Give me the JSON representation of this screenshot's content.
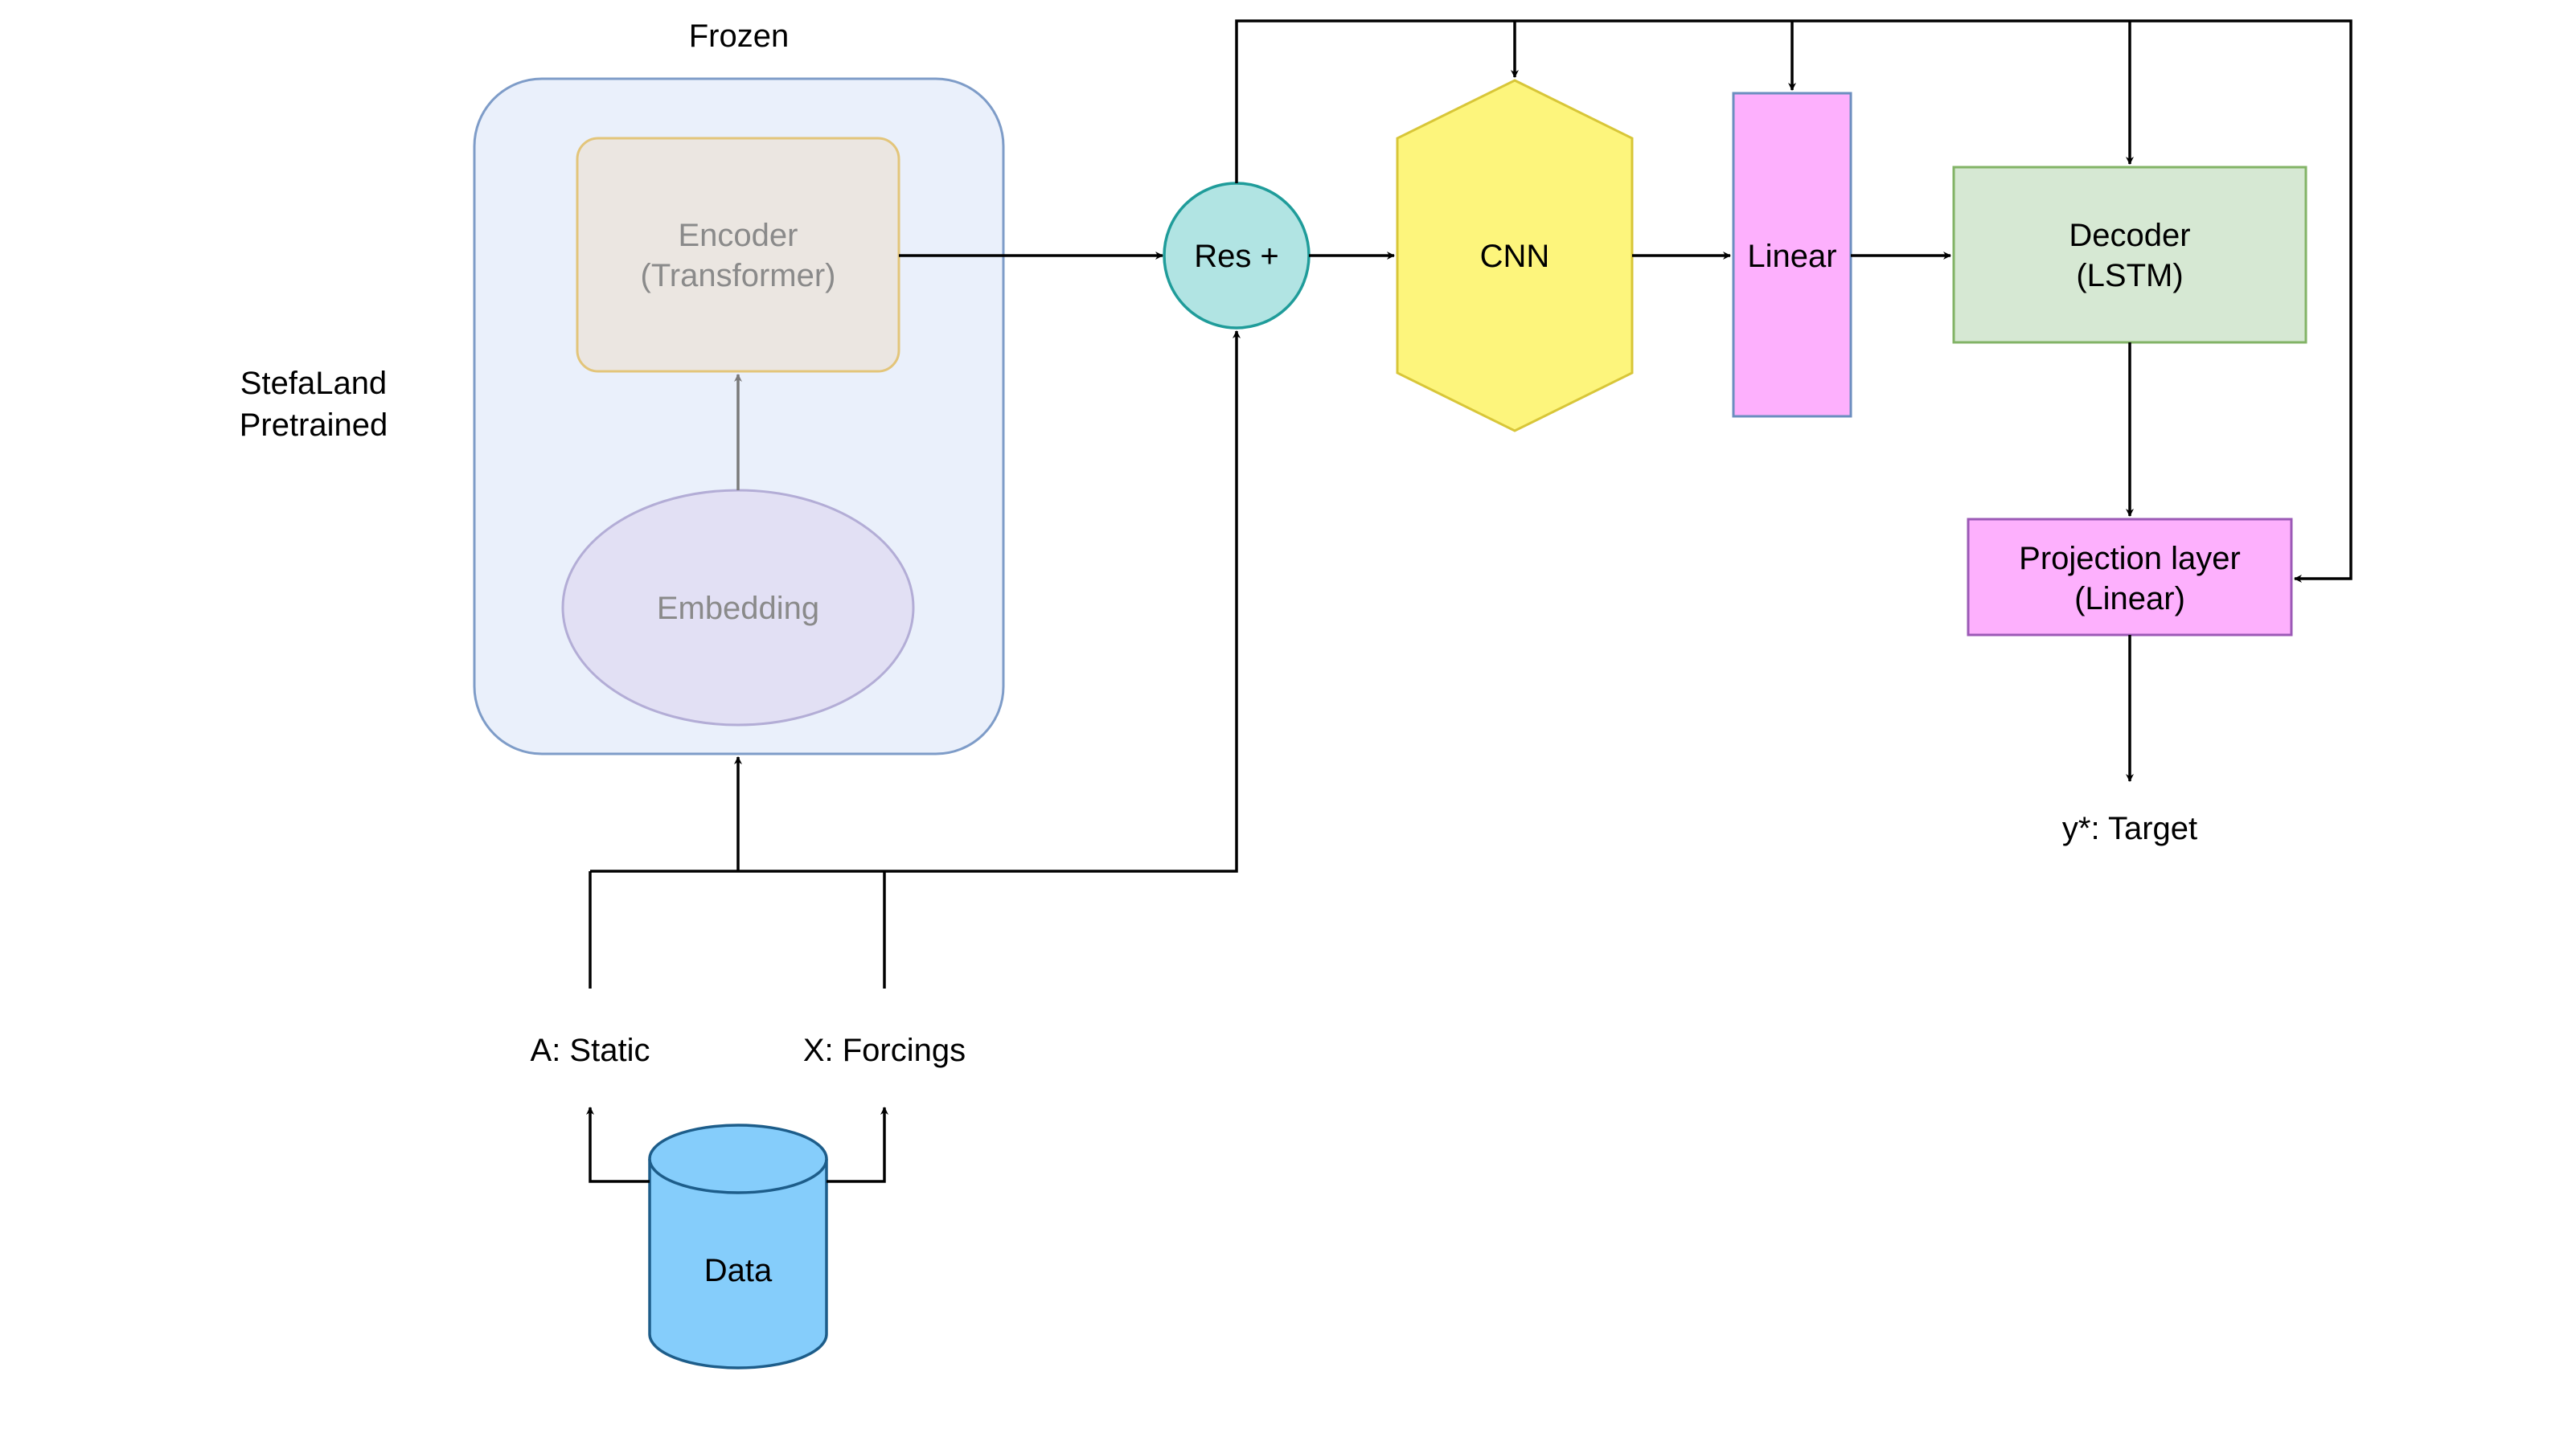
{
  "labels": {
    "frozen": "Frozen",
    "stefaland_line1": "StefaLand",
    "stefaland_line2": "Pretrained",
    "target": "y*: Target",
    "static": "A: Static",
    "forcings": "X: Forcings"
  },
  "nodes": {
    "encoder": {
      "line1": "Encoder",
      "line2": "(Transformer)"
    },
    "embedding": {
      "label": "Embedding"
    },
    "res": {
      "label": "Res +"
    },
    "cnn": {
      "label": "CNN"
    },
    "linear": {
      "label": "Linear"
    },
    "decoder": {
      "line1": "Decoder",
      "line2": "(LSTM)"
    },
    "projection": {
      "line1": "Projection layer",
      "line2": "(Linear)"
    },
    "data": {
      "label": "Data"
    }
  },
  "colors": {
    "frozen_fill": "#eaf0fb",
    "frozen_stroke": "#7e9cc8",
    "encoder_fill": "#ebe6e1",
    "encoder_stroke": "#e3c57a",
    "embedding_fill": "#e2e0f4",
    "embedding_stroke": "#b3add6",
    "res_fill": "#b1e4e3",
    "res_stroke": "#1f9c9a",
    "cnn_fill": "#fdf57c",
    "cnn_stroke": "#d8c638",
    "linear_fill": "#fdb0fd",
    "linear_stroke": "#6b8ebf",
    "decoder_fill": "#d6e8d3",
    "decoder_stroke": "#82b366",
    "projection_fill": "#fdb0fd",
    "projection_stroke": "#9b59b6",
    "data_fill": "#85cdfb",
    "data_stroke": "#1d5d8a"
  }
}
